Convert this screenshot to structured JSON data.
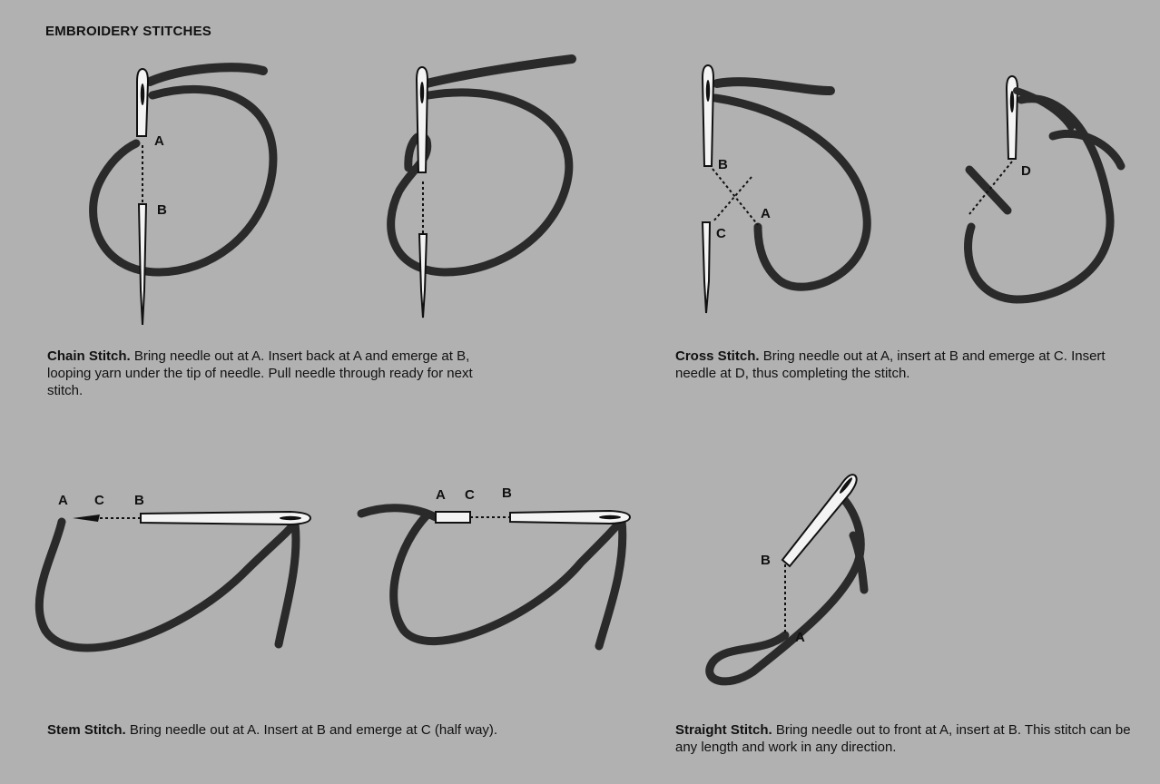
{
  "heading": "EMBROIDERY STITCHES",
  "stitches": [
    {
      "name": "Chain Stitch.",
      "text": "Bring needle out at A. Insert back at A and emerge at B, looping yarn under the tip of needle. Pull needle through ready for next stitch."
    },
    {
      "name": "Cross Stitch.",
      "text": "Bring needle out at A, insert at B and emerge at C. Insert needle at D, thus completing the stitch."
    },
    {
      "name": "Stem Stitch.",
      "text": "Bring needle out at A. Insert at B and emerge at C (half way)."
    },
    {
      "name": "Straight Stitch.",
      "text": "Bring needle out to front at A, insert at B. This stitch can be any length and work in any direction."
    }
  ],
  "labels": {
    "a": "A",
    "b": "B",
    "c": "C",
    "d": "D"
  },
  "colors": {
    "background": "#b1b1b1",
    "yarn": "#2a2a2a",
    "needle": "#f4f4f4"
  }
}
